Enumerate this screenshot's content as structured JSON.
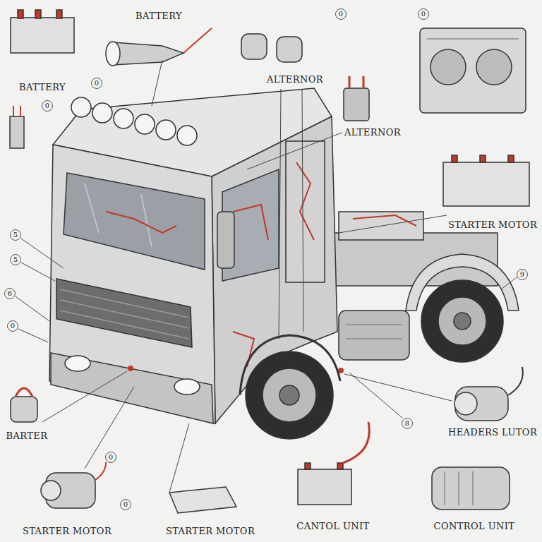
{
  "diagram": {
    "labels": [
      "0",
      "0",
      "BATTERY",
      "BATTERY",
      "ALTERNOR",
      "0",
      "0",
      "ALTERNOR",
      "STARTER MOTOR",
      "5",
      "5",
      "9",
      "6",
      "0",
      "8",
      "HEADERS LUTOR",
      "BARTER",
      "0",
      "0",
      "STARTER MOTOR",
      "STARTER MOTOR",
      "CANTOL UNIT",
      "CONTROL UNIT"
    ]
  }
}
